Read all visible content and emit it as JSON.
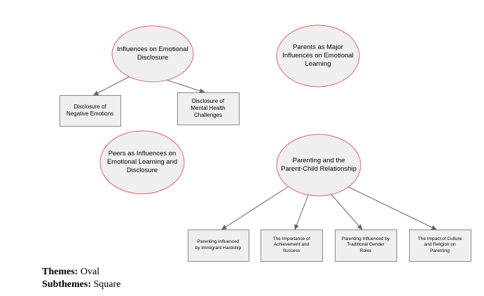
{
  "colors": {
    "oval_fill": "#efefef",
    "oval_stroke": "#e06666",
    "box_fill": "#efefef",
    "box_stroke": "#888888",
    "arrow": "#666666"
  },
  "themes": [
    {
      "id": "influences-emotional-disclosure",
      "label": "Influences on Emotional\nDisclosure",
      "subthemes": [
        "Disclosure of\nNegative Emotions",
        "Disclosure of\nMental Health\nChallenges"
      ]
    },
    {
      "id": "parents-major-influences",
      "label": "Parents as Major\nInfluences on Emotional\nLearning",
      "subthemes": []
    },
    {
      "id": "peers-influences",
      "label": "Peers as Influences on\nEmotional Learning and\nDisclosure",
      "subthemes": []
    },
    {
      "id": "parenting-parent-child",
      "label": "Parenting and the\nParent-Child Relationship",
      "subthemes": [
        "Parenting Influenced\nby Immigrant Hardship",
        "The Importance of\nAchievement and\nSuccess",
        "Parenting Influenced by\nTraditional Gender\nRoles",
        "The Impact of Culture\nand Religion on\nParenting"
      ]
    }
  ],
  "legend": {
    "themes_label": "Themes:",
    "themes_value": " Oval",
    "subthemes_label": "Subthemes:",
    "subthemes_value": " Square"
  }
}
